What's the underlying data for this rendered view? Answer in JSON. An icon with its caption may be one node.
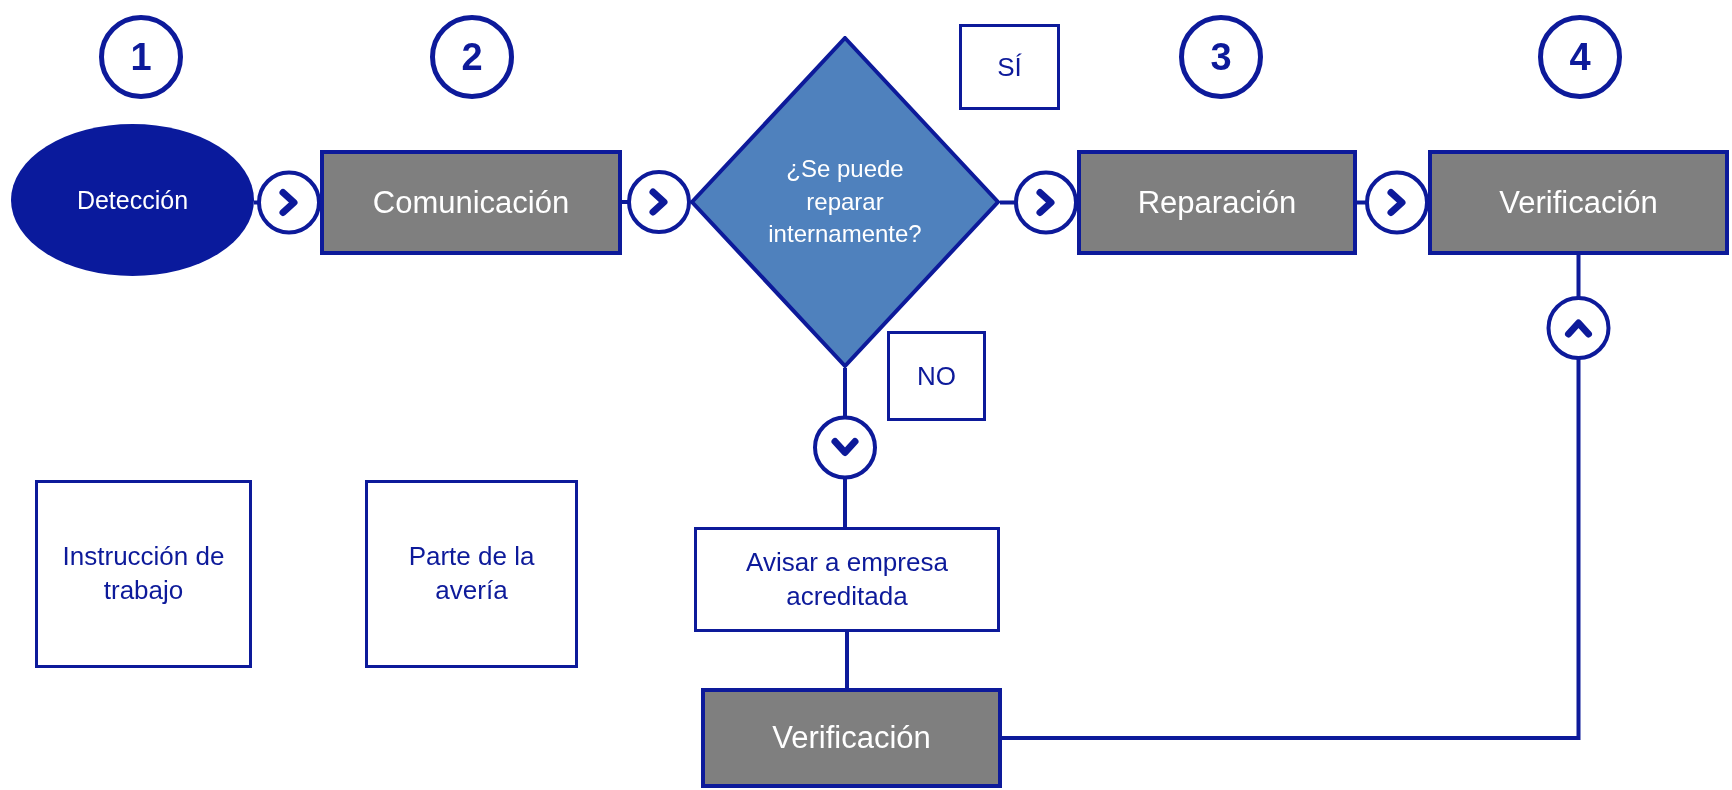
{
  "diagram": {
    "nodes": [
      {
        "text": [
          "1"
        ]
      },
      {
        "text": [
          "2"
        ]
      },
      {
        "text": [
          "SÍ"
        ]
      },
      {
        "text": [
          "3"
        ]
      },
      {
        "text": [
          "4"
        ]
      },
      {
        "text": [
          "Detección"
        ]
      },
      {
        "text": [
          "Comunicación"
        ]
      },
      {
        "text": [
          "¿Se puede reparar internamente?"
        ]
      },
      {
        "text": [
          "Reparación"
        ]
      },
      {
        "text": [
          "Verificación"
        ]
      },
      {
        "text": [
          "NO"
        ]
      },
      {
        "text": [
          "Avisar a  empresa acreditada"
        ]
      },
      {
        "text": [
          "Instrucción de trabajo"
        ]
      },
      {
        "text": [
          "Parte de la avería"
        ]
      },
      {
        "text": [
          "Verificación"
        ]
      }
    ],
    "edges": [
      {
        "from": 5,
        "to": 6,
        "arrow": "to"
      },
      {
        "from": 6,
        "to": 7,
        "arrow": "to"
      },
      {
        "from": 7,
        "to": 8,
        "arrow": "to"
      },
      {
        "from": 8,
        "to": 9,
        "arrow": "to"
      },
      {
        "from": 7,
        "to": 11,
        "arrow": "to"
      },
      {
        "from": 11,
        "to": 14,
        "arrow": "none"
      },
      {
        "from": 14,
        "to": 9,
        "arrow": "to"
      }
    ]
  }
}
